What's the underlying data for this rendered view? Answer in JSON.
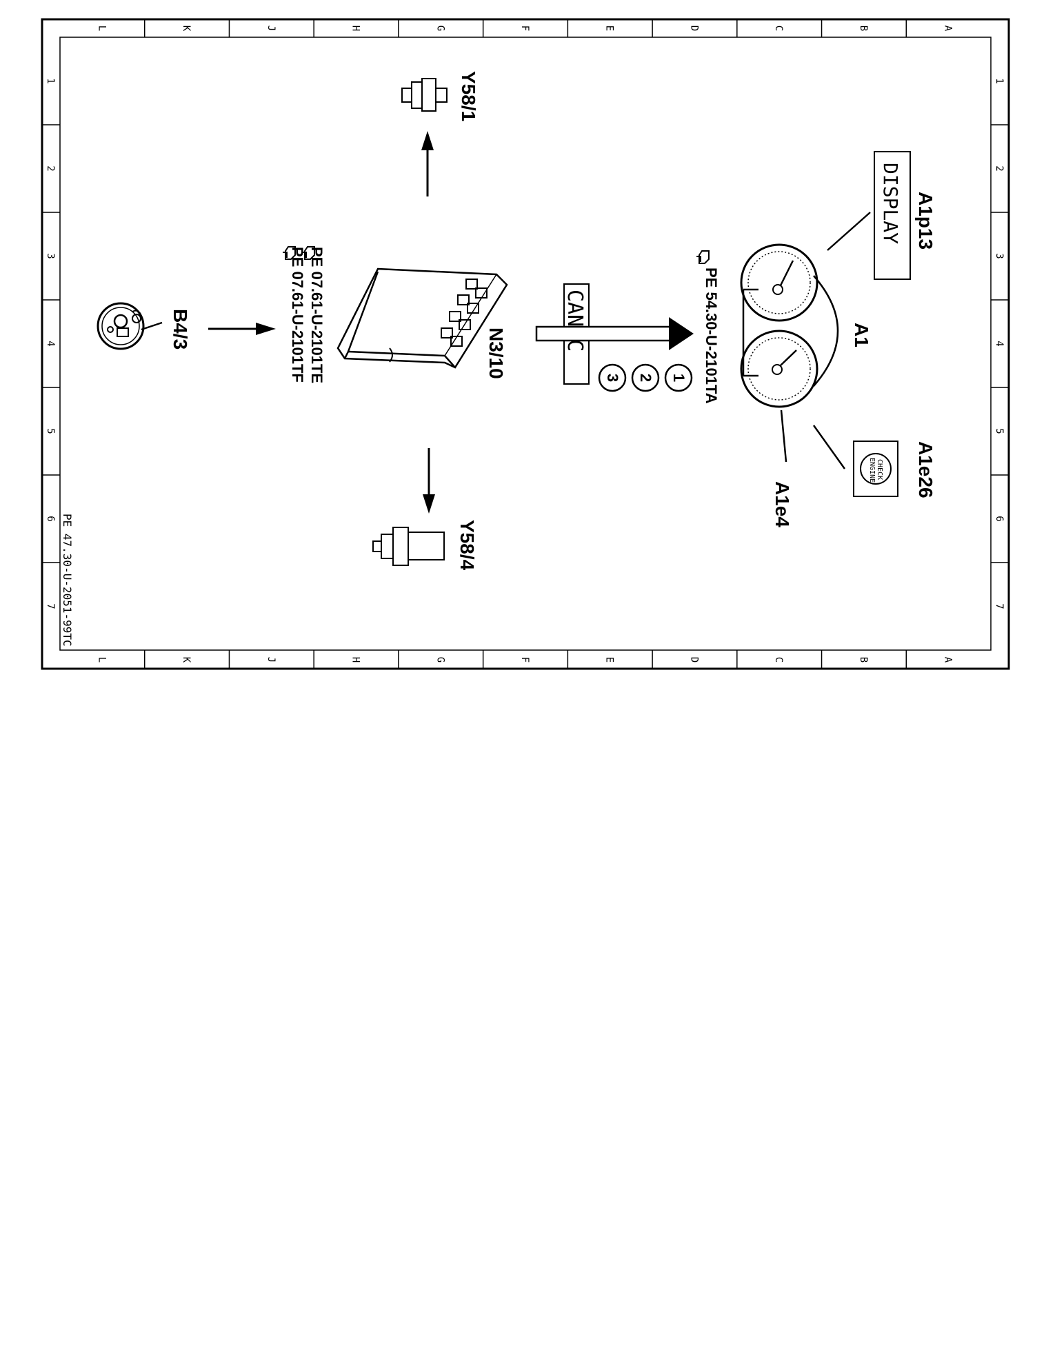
{
  "frame": {
    "columns": [
      "L",
      "K",
      "J",
      "H",
      "G",
      "F",
      "E",
      "D",
      "C",
      "B",
      "A"
    ],
    "rows": [
      "1",
      "2",
      "3",
      "4",
      "5",
      "6",
      "7"
    ]
  },
  "labels": {
    "y58_1": "Y58/1",
    "y58_4": "Y58/4",
    "n3_10": "N3/10",
    "b4_3": "B4/3",
    "a1": "A1",
    "a1p13": "A1p13",
    "a1e26": "A1e26",
    "a1e4": "A1e4",
    "can": "CAN C",
    "display": "DISPLAY",
    "check_engine_1": "CHECK",
    "check_engine_2": "ENGINE"
  },
  "bubbles": [
    "1",
    "2",
    "3"
  ],
  "references": {
    "pe_ecu_1": "PE  07.61-U-2101TE",
    "pe_ecu_2": "PE  07.61-U-2101TF",
    "pe_cluster": "PE  54.30-U-2101TA",
    "drawing_number": "PE 47.30-U-2051-99TC"
  },
  "colors": {
    "ink": "#000000",
    "paper": "#ffffff"
  }
}
